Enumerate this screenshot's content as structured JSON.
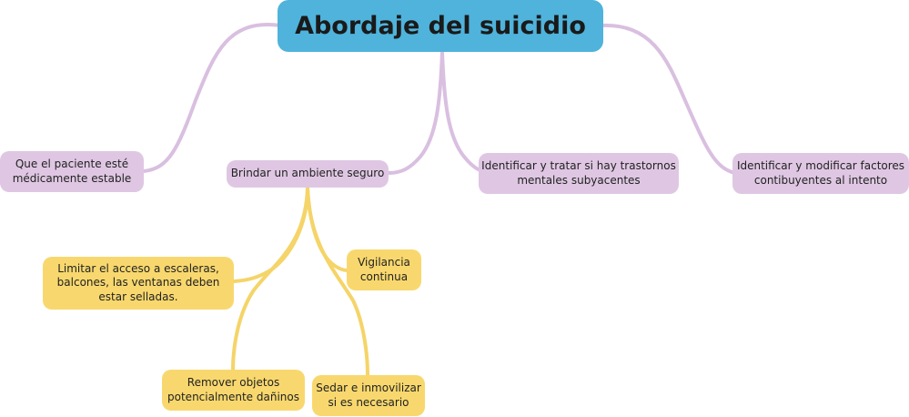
{
  "diagram": {
    "root": {
      "label": "Abordaje del suicidio"
    },
    "branches": [
      {
        "id": "estable",
        "label": "Que el paciente esté médicamente estable"
      },
      {
        "id": "ambiente",
        "label": "Brindar un ambiente seguro"
      },
      {
        "id": "trastornos",
        "label": "Identificar y tratar si hay trastornos mentales subyacentes"
      },
      {
        "id": "factores",
        "label": "Identificar y modificar factores contibuyentes al intento"
      }
    ],
    "sub_branches": [
      {
        "id": "limitar",
        "parent": "ambiente",
        "label": "Limitar el acceso a escaleras, balcones, las ventanas deben estar selladas."
      },
      {
        "id": "vigilancia",
        "parent": "ambiente",
        "label": "Vigilancia continua"
      },
      {
        "id": "remover",
        "parent": "ambiente",
        "label": "Remover objetos potencialmente dañinos"
      },
      {
        "id": "sedar",
        "parent": "ambiente",
        "label": "Sedar e inmovilizar si es necesario"
      }
    ],
    "colors": {
      "root": "#4fb3dc",
      "branch": "#dfc7e3",
      "branch_line": "#d9bfe0",
      "sub_branch": "#f8d86e",
      "sub_branch_line": "#f5d468"
    }
  }
}
